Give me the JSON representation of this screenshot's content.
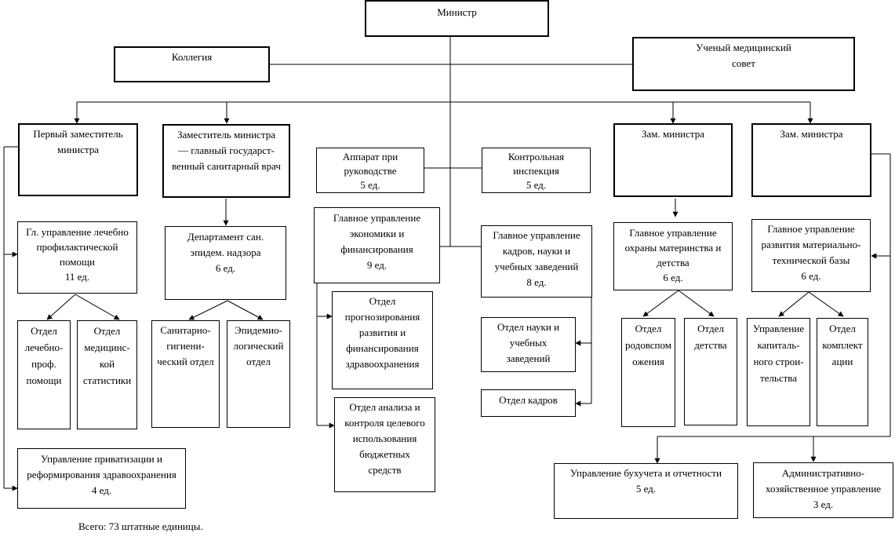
{
  "org": {
    "minister": "Министр",
    "collegium": "Коллегия",
    "council": "Ученый медицинский\nсовет",
    "first_deputy": "Первый заместитель\nминистра",
    "deputy_sanitary": "Заместитель министра\n— главный государст-\nвенный санитарный врач",
    "apparatus": "Аппарат при\nруководстве\n5 ед.",
    "control_inspection": "Контрольная\nинспекция\n5 ед.",
    "deputy_right1": "Зам. министра",
    "deputy_right2": "Зам. министра",
    "dept_treatment": "Гл. управление лечебно\nпрофилактической\nпомощи\n11 ед.",
    "dept_sanitary": "Департамент сан.\nэпидем. надзора\n6 ед.",
    "dept_economy": "Главное управление\nэкономики и\nфинансирования\n9 ед.",
    "dept_personnel": "Главное управление\nкадров, науки и\nучебных заведений\n8 ед.",
    "dept_maternity": "Главное управление\nохраны материнства и\nдетства\n6 ед.",
    "dept_material": "Главное управление\nразвития материально-\nтехнической базы\n6 ед.",
    "div_treatment": "Отдел\nлечебно-\nпроф.\nпомощи",
    "div_statistics": "Отдел\nмедицинс-\nкой\nстатистики",
    "div_sanhyg": "Санитарно-\nгигиени-\nческий отдел",
    "div_epidem": "Эпидемио-\nлогический\nотдел",
    "div_forecast": "Отдел\nпрогнозирования\nразвития и\nфинансирования\nздравоохранения",
    "div_analysis": "Отдел анализа и\nконтроля целевого\nиспользования\nбюджетных\nсредств",
    "div_science": "Отдел науки и\nучебных\nзаведений",
    "div_personnel": "Отдел кадров",
    "div_obstetrics": "Отдел\nродовспом\nожения",
    "div_childhood": "Отдел\nдетства",
    "div_construction": "Управление\nкапиталь-\nного строи-\nтельства",
    "div_supply": "Отдел\nкомплект\nации",
    "dept_privatization": "Управление приватизации и\nреформирования здравоохранения\n4 ед.",
    "dept_accounting": "Управление бухучета и отчетности\n5 ед.",
    "dept_admin": "Административно-\nхозяйственное управление\n3 ед."
  },
  "total": "Всего: 73 штатные единицы."
}
